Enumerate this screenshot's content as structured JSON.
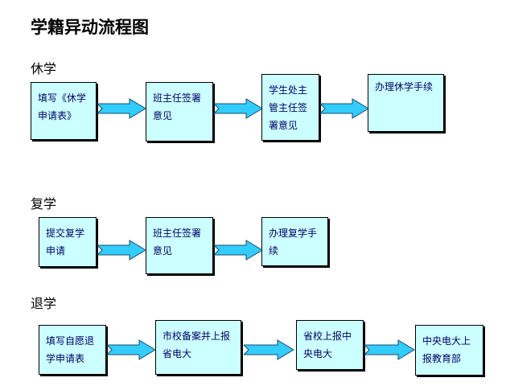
{
  "title": "学籍异动流程图",
  "sections": [
    {
      "name": "休学",
      "steps": [
        "填写《休学申请表》",
        "班主任签署意见",
        "学生处主管主任签署意见",
        "办理休学手续"
      ]
    },
    {
      "name": "复学",
      "steps": [
        "提交复学申请",
        "班主任签署意见",
        "办理复学手续"
      ]
    },
    {
      "name": "退学",
      "steps": [
        "填写自愿退学申请表",
        "市校备案并上报省电大",
        "省校上报中央电大",
        "中央电大上报教育部"
      ]
    }
  ],
  "colors": {
    "box_fill": "#ccffff",
    "box_text": "#000066",
    "arrow_fill": "#33ccff"
  }
}
